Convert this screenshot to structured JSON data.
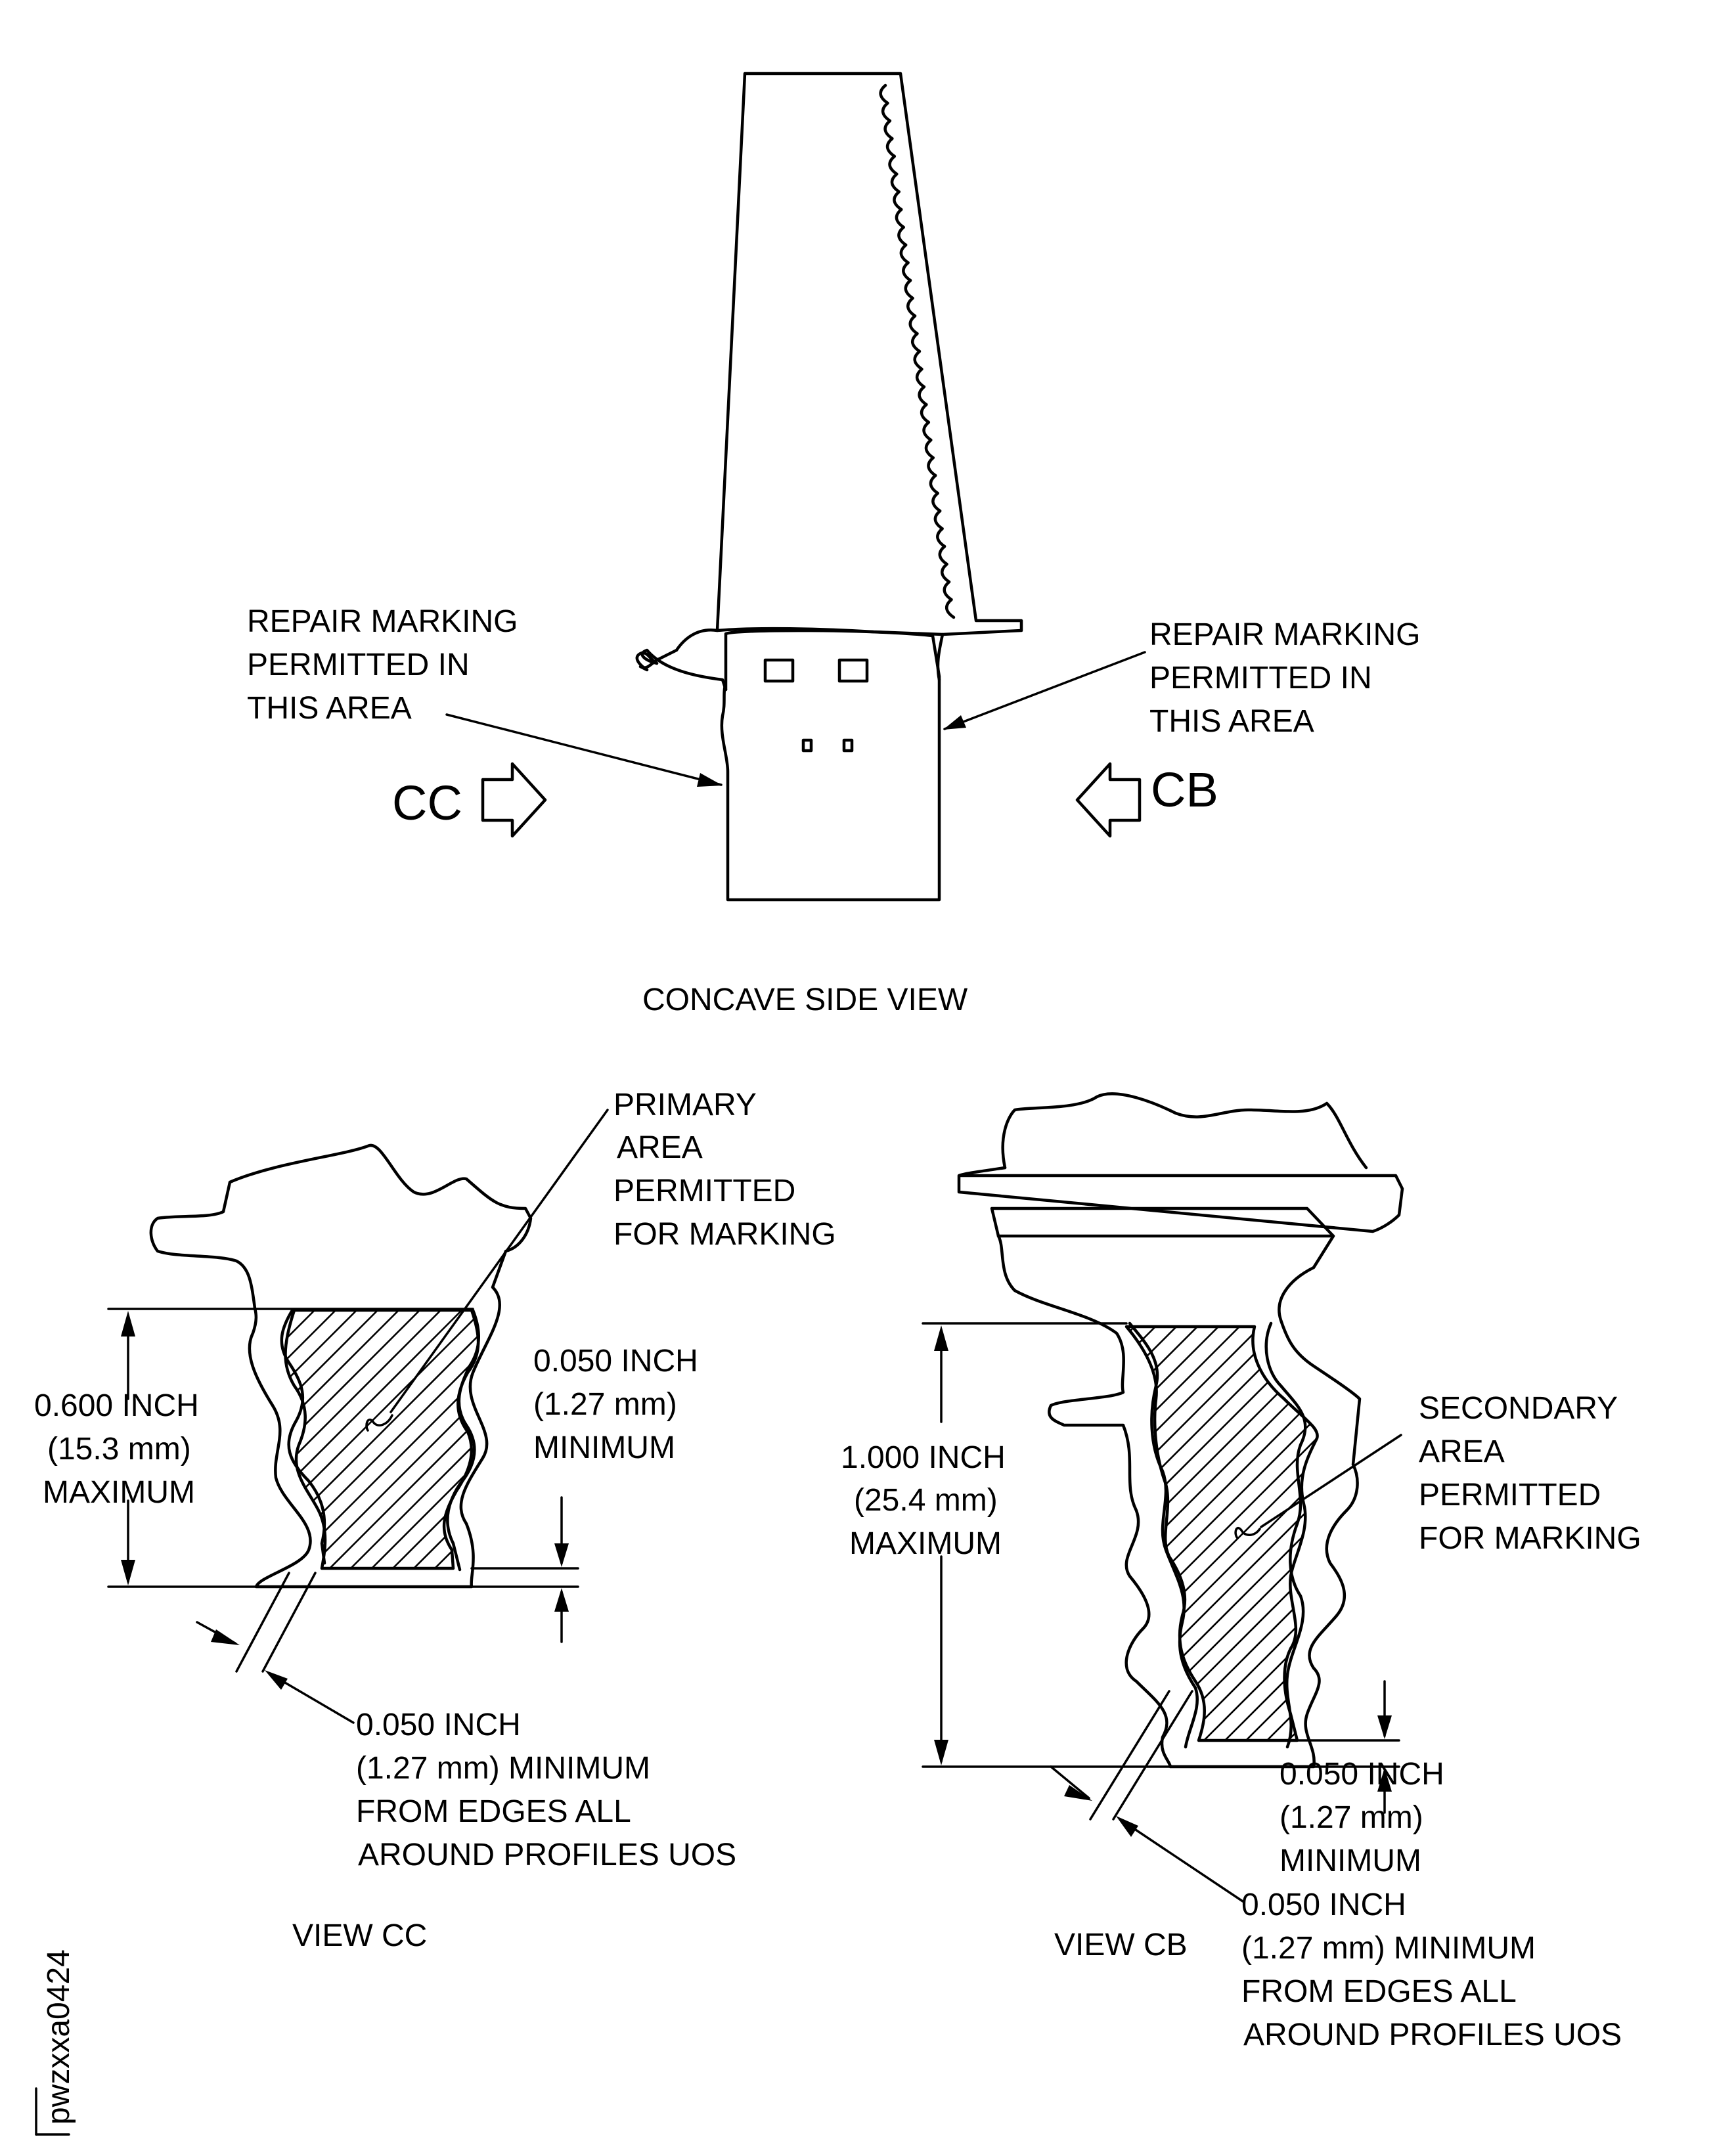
{
  "figure_id": "pwzxxa0424",
  "top_view": {
    "title": "CONCAVE SIDE VIEW",
    "left_callout": [
      "REPAIR MARKING",
      "PERMITTED IN",
      "THIS AREA"
    ],
    "right_callout": [
      "REPAIR MARKING",
      "PERMITTED IN",
      "THIS AREA"
    ],
    "arrow_left": "CC",
    "arrow_right": "CB"
  },
  "view_cc": {
    "title": "VIEW CC",
    "primary_area": [
      "PRIMARY",
      "AREA",
      "PERMITTED",
      "FOR MARKING"
    ],
    "height_dim": [
      "0.600 INCH",
      "(15.3 mm)",
      "MAXIMUM"
    ],
    "bottom_min": [
      "0.050 INCH",
      "(1.27 mm)",
      "MINIMUM"
    ],
    "edge_min": [
      "0.050 INCH",
      "(1.27 mm) MINIMUM",
      "FROM EDGES ALL",
      "AROUND PROFILES UOS"
    ]
  },
  "view_cb": {
    "title": "VIEW CB",
    "secondary_area": [
      "SECONDARY",
      "AREA",
      "PERMITTED",
      "FOR MARKING"
    ],
    "height_dim": [
      "1.000 INCH",
      "(25.4 mm)",
      "MAXIMUM"
    ],
    "bottom_min": [
      "0.050 INCH",
      "(1.27 mm)",
      "MINIMUM"
    ],
    "edge_min": [
      "0.050 INCH",
      "(1.27 mm) MINIMUM",
      "FROM EDGES ALL",
      "AROUND PROFILES UOS"
    ]
  }
}
